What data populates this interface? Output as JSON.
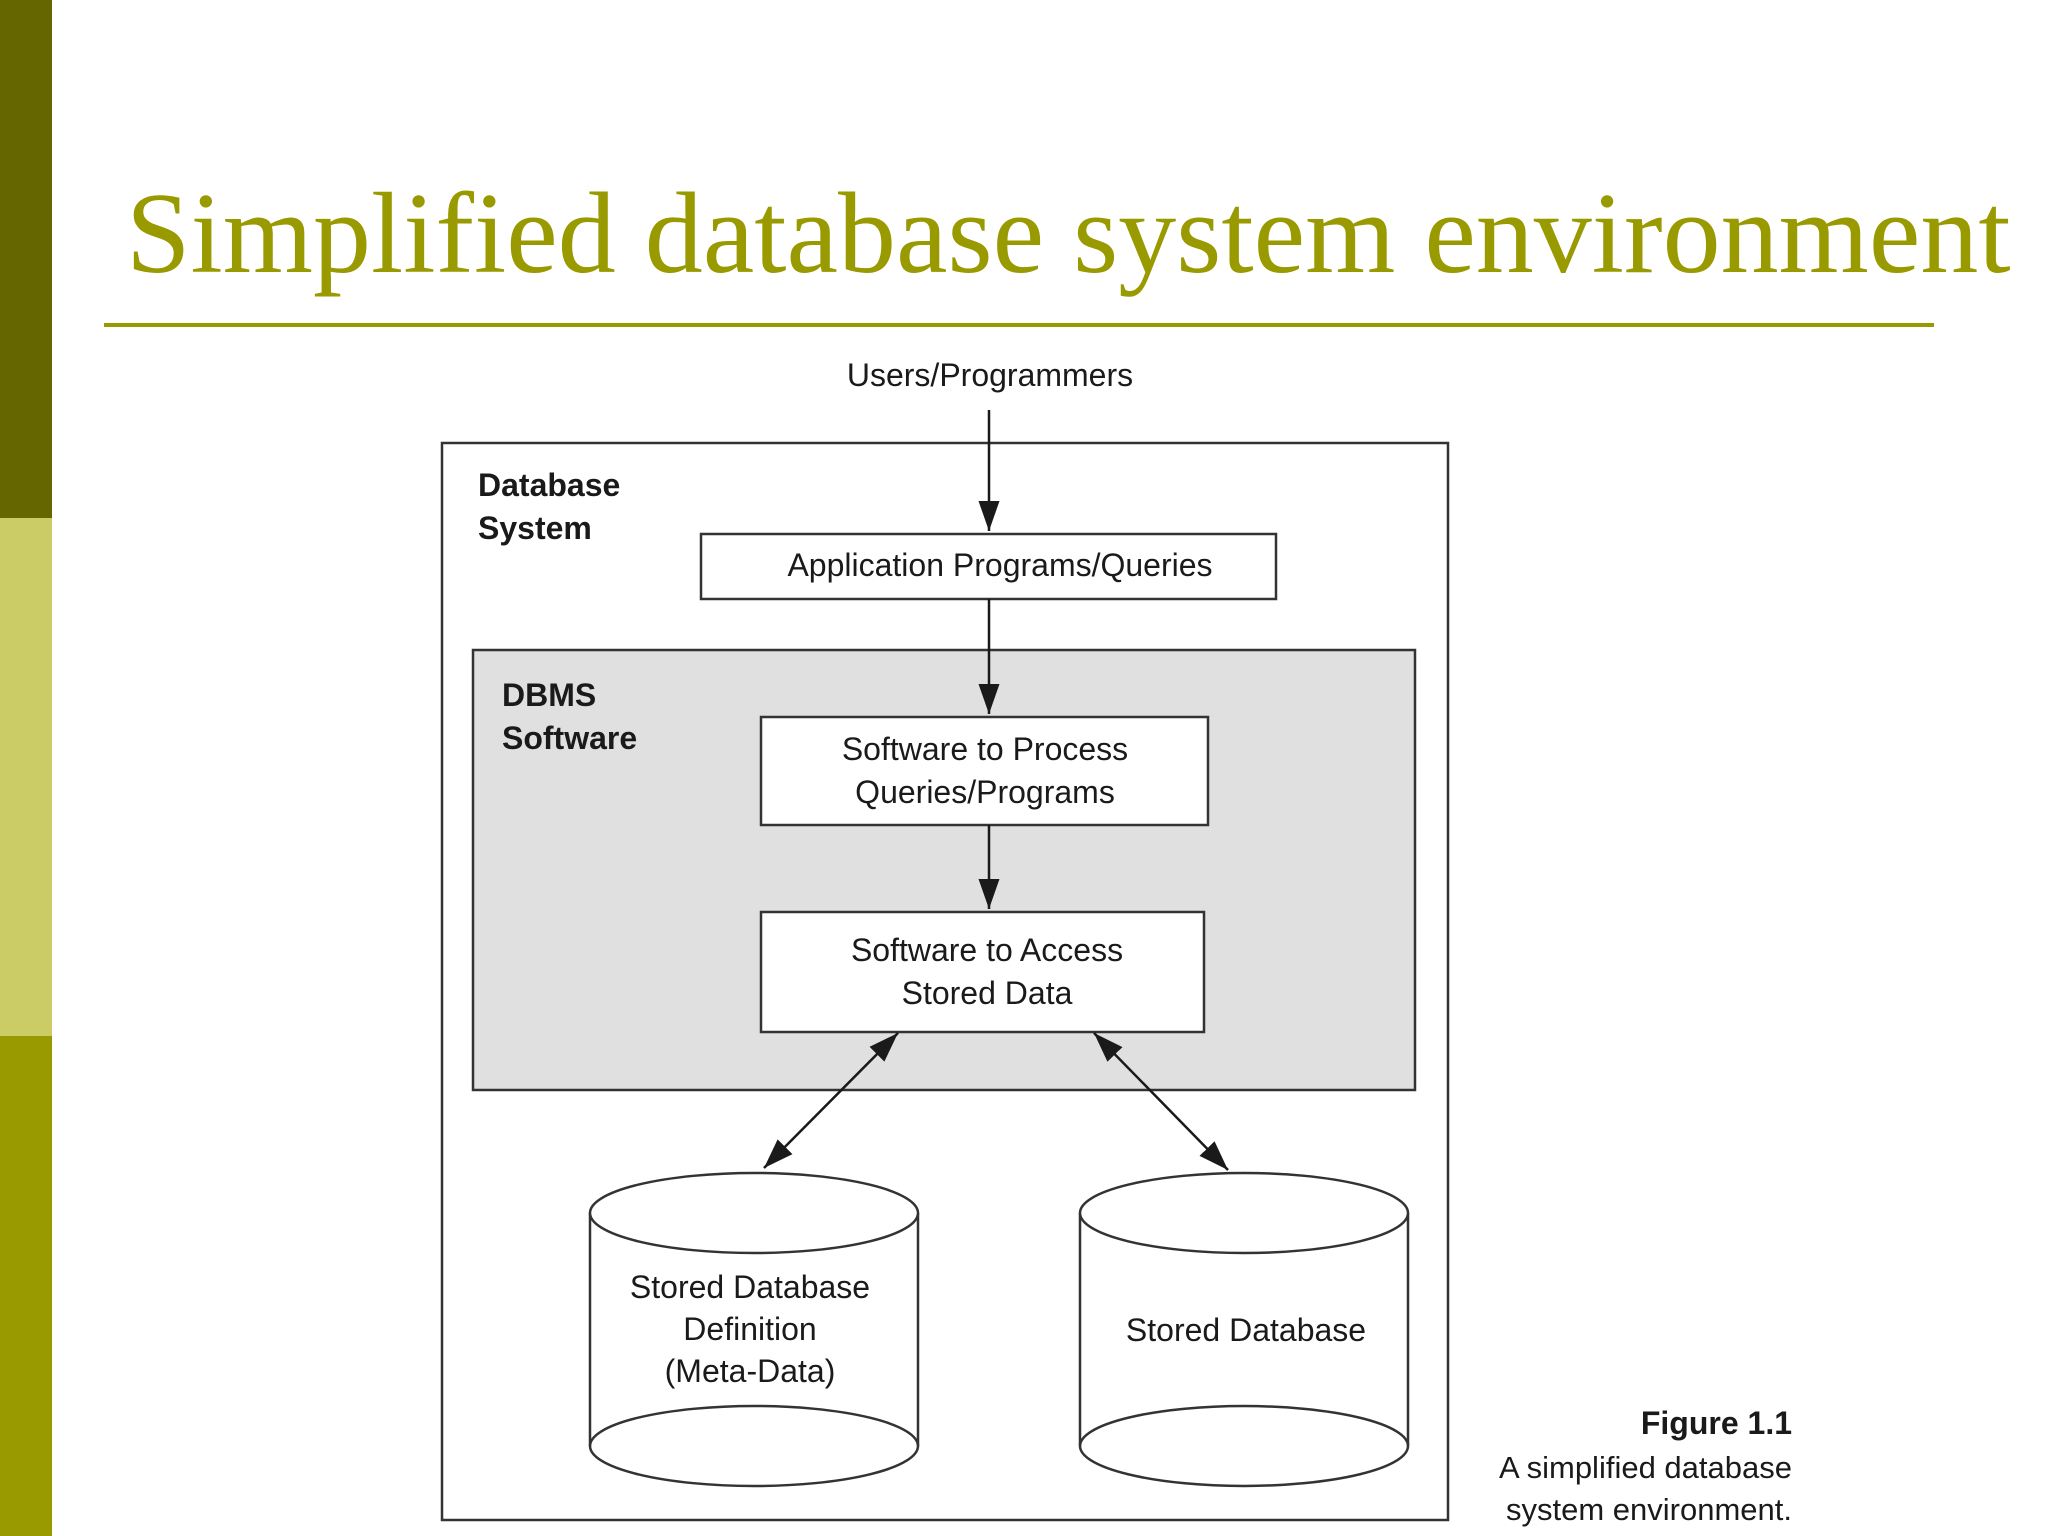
{
  "slide": {
    "title": "Simplified database system environment",
    "colors": {
      "title": "#999900",
      "rule": "#999900",
      "bar_top": "#666600",
      "bar_mid": "#cccc66",
      "bar_bottom": "#999900",
      "dbms_fill": "#e0e0e0"
    }
  },
  "diagram": {
    "users_label": "Users/Programmers",
    "database_system_label": [
      "Database",
      "System"
    ],
    "app_programs_label": "Application Programs/Queries",
    "dbms_label": [
      "DBMS",
      "Software"
    ],
    "process_box_label": [
      "Software to Process",
      "Queries/Programs"
    ],
    "access_box_label": [
      "Software to Access",
      "Stored Data"
    ],
    "metadata_store_label": [
      "Stored Database",
      "Definition",
      "(Meta-Data)"
    ],
    "database_store_label": "Stored Database"
  },
  "caption": {
    "figure_label": "Figure 1.1",
    "text": [
      "A simplified database",
      "system environment."
    ]
  }
}
